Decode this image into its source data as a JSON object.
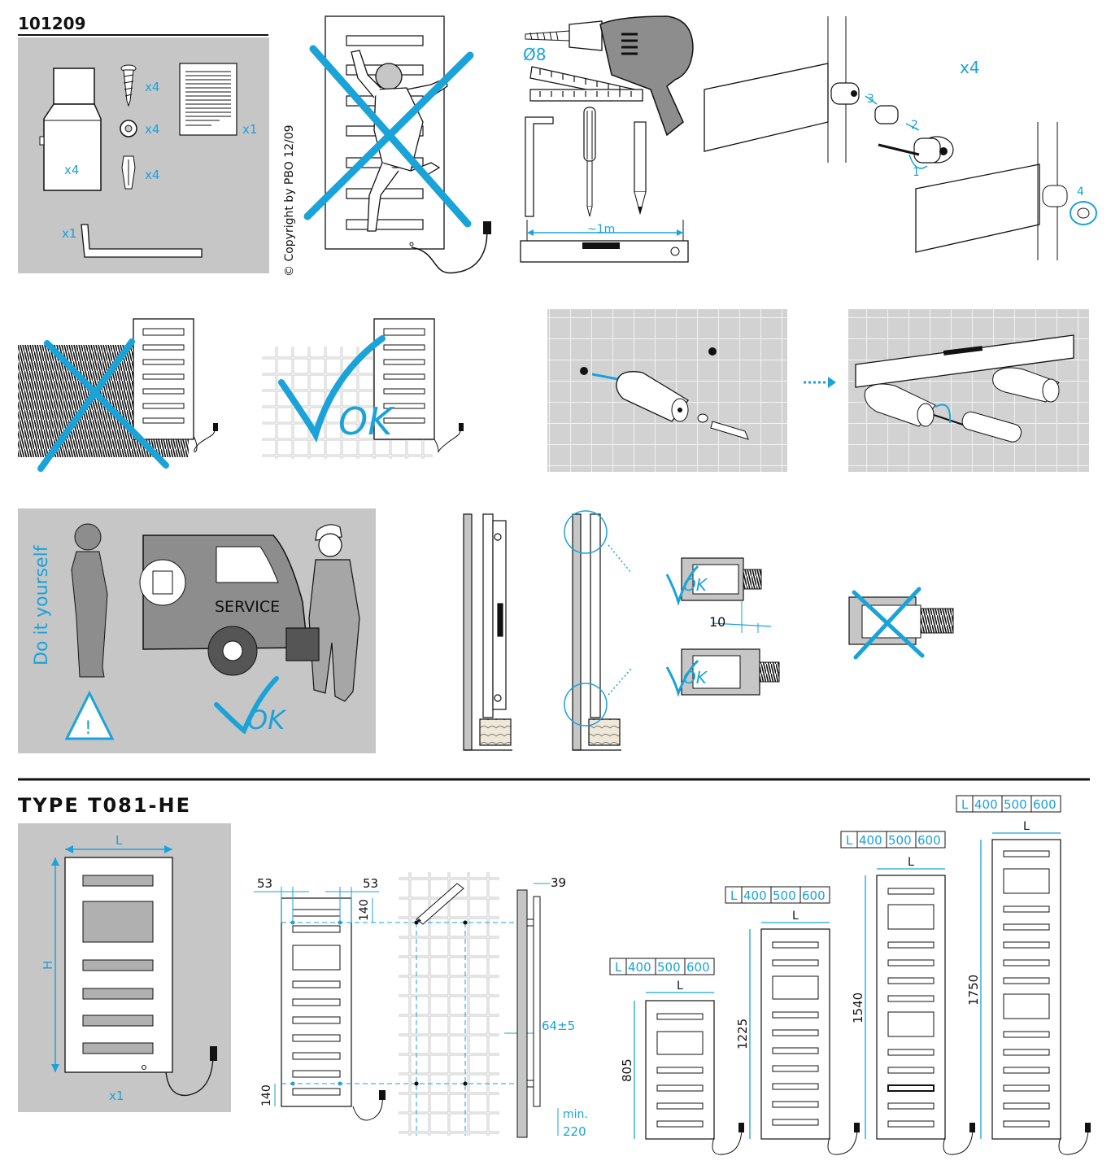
{
  "header": {
    "doc_number": "101209"
  },
  "copyright": "© Copyright by PBO 12/09",
  "kit": {
    "qty_spacer": "x4",
    "qty_screw": "x4",
    "qty_washer": "x4",
    "qty_plug": "x4",
    "qty_manual": "x1",
    "qty_key": "x1",
    "qty_spacer_body": "x4"
  },
  "tools": {
    "drill_bit": "Ø8",
    "level_length": "~1m"
  },
  "assembly": {
    "qty": "x4",
    "step1": "1",
    "step2": "2",
    "step3": "3",
    "step4": "4"
  },
  "ok_text": "OK",
  "service": {
    "side_text": "Do it yourself",
    "van_text": "SERVICE",
    "warning": "!"
  },
  "gap_dimension": "10",
  "type_title": "TYPE T081-HE",
  "overview": {
    "width_label": "L",
    "height_label": "H",
    "qty": "x1"
  },
  "mounting": {
    "left_margin": "53",
    "right_margin": "53",
    "top_offset": "140",
    "bottom_offset": "140",
    "depth": "39",
    "wall_gap": "64±5",
    "min_label": "min.",
    "min_floor": "220"
  },
  "models": [
    {
      "height": "805",
      "widths": [
        "L",
        "400",
        "500",
        "600"
      ]
    },
    {
      "height": "1225",
      "widths": [
        "L",
        "400",
        "500",
        "600"
      ]
    },
    {
      "height": "1540",
      "widths": [
        "L",
        "400",
        "500",
        "600"
      ]
    },
    {
      "height": "1750",
      "widths": [
        "L",
        "400",
        "500",
        "600"
      ]
    }
  ],
  "colors": {
    "accent": "#1aa3d9",
    "panel": "#c6c6c7",
    "ink": "#111111"
  }
}
